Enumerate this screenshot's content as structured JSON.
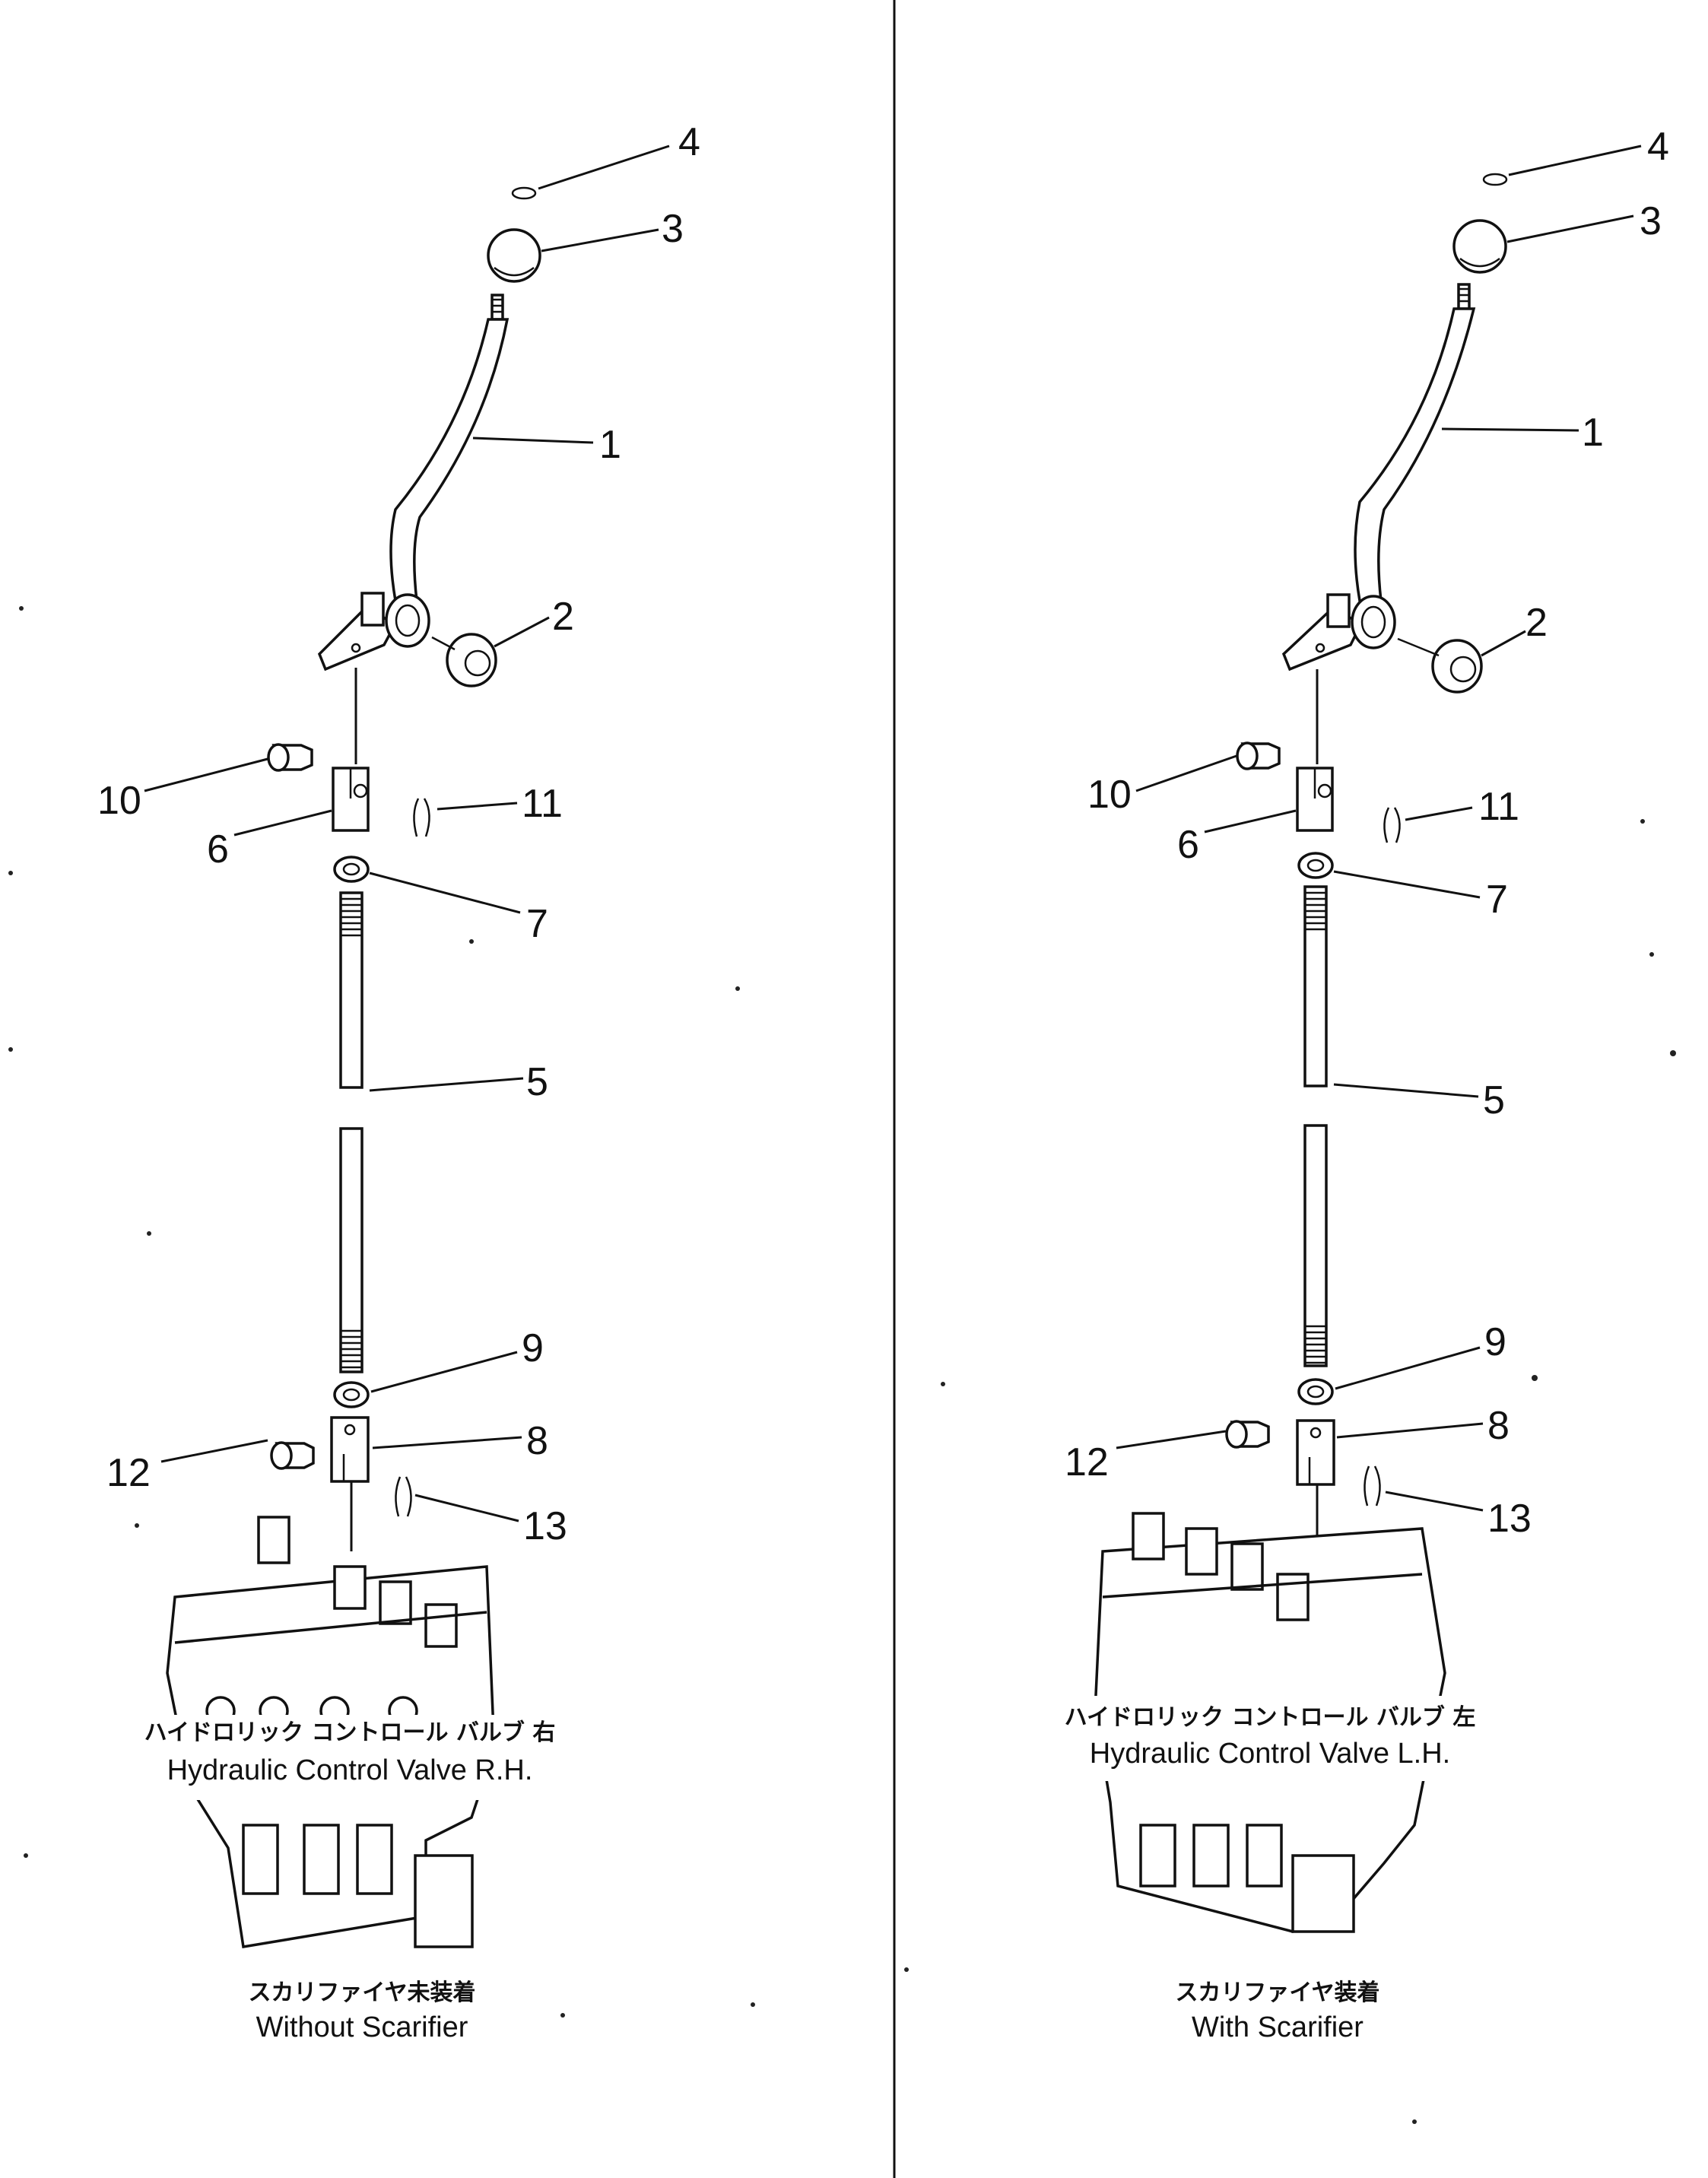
{
  "panels": [
    {
      "id": "left",
      "valve_label_jp": "ハイドロリック コントロール バルブ 右",
      "valve_label_en": "Hydraulic Control Valve R.H.",
      "variant_jp": "スカリファイヤ未装着",
      "variant_en": "Without Scarifier",
      "callouts": [
        "1",
        "2",
        "3",
        "4",
        "5",
        "6",
        "7",
        "8",
        "9",
        "10",
        "11",
        "12",
        "13"
      ]
    },
    {
      "id": "right",
      "valve_label_jp": "ハイドロリック コントロール バルブ 左",
      "valve_label_en": "Hydraulic Control Valve L.H.",
      "variant_jp": "スカリファイヤ装着",
      "variant_en": "With Scarifier",
      "callouts": [
        "1",
        "2",
        "3",
        "4",
        "5",
        "6",
        "7",
        "8",
        "9",
        "10",
        "11",
        "12",
        "13"
      ]
    }
  ]
}
